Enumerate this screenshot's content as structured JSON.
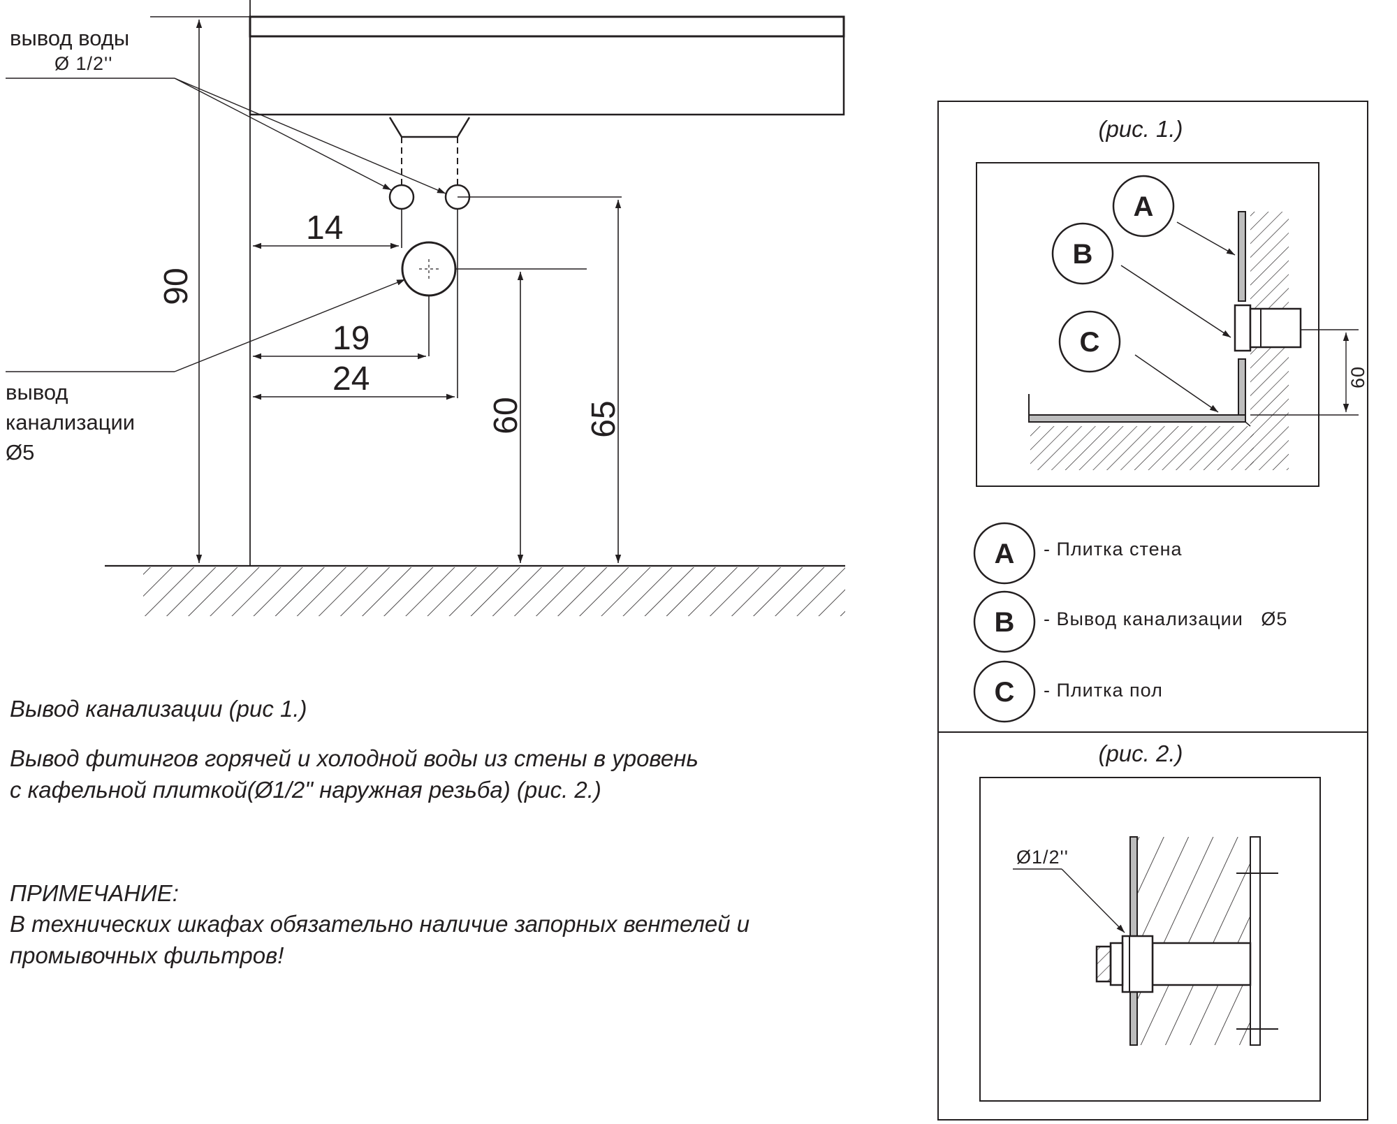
{
  "main_drawing": {
    "water_outlet_label": "вывод воды",
    "water_outlet_diameter": "Ø 1/2''",
    "sewer_outlet_label_1": "вывод",
    "sewer_outlet_label_2": "канализации",
    "sewer_outlet_diameter": "Ø5",
    "dim_14": "14",
    "dim_19": "19",
    "dim_24": "24",
    "dim_90": "90",
    "dim_60": "60",
    "dim_65": "65"
  },
  "notes": {
    "sewer_note": "Вывод канализации (рис 1.)",
    "fittings_line_1": "Вывод фитингов горячей и холодной воды из стены в уровень",
    "fittings_line_2": "с кафельной плиткой(Ø1/2\" наружная резьба) (рис. 2.)",
    "remark_title": "ПРИМЕЧАНИЕ:",
    "remark_line_1": "В технических шкафах обязательно наличие запорных вентелей и",
    "remark_line_2": "промывочных фильтров!"
  },
  "figure_1": {
    "caption": "(рис. 1.)",
    "dim_60": "60",
    "legend": [
      {
        "letter": "A",
        "text": "- Плитка стена"
      },
      {
        "letter": "B",
        "text": "- Вывод канализации   Ø5"
      },
      {
        "letter": "C",
        "text": "- Плитка пол"
      }
    ]
  },
  "figure_2": {
    "caption": "(рис. 2.)",
    "diameter_label": "Ø1/2''"
  },
  "colors": {
    "ink": "#231f20",
    "tile": "#bdbdbd"
  }
}
